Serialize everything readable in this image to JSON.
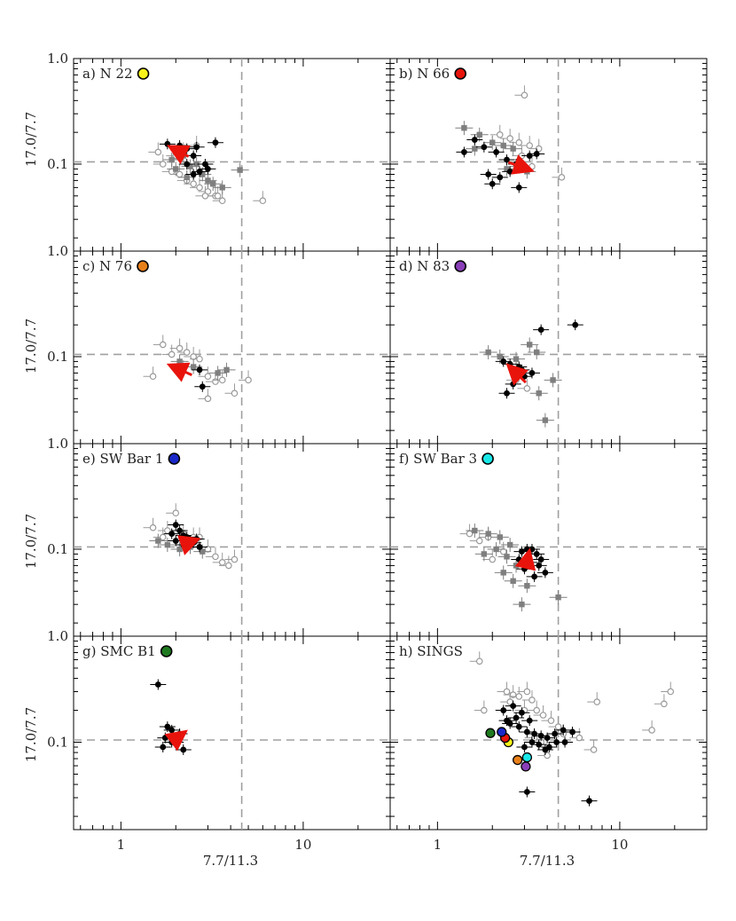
{
  "chart_data": {
    "type": "scatter",
    "xlabel": "7.7/11.3",
    "ylabel": "17.0/7.7",
    "xscale": "log",
    "yscale": "log",
    "xlim": [
      0.55,
      30
    ],
    "ylim": [
      0.015,
      1.0
    ],
    "x_ticks": [
      {
        "v": 1,
        "label": "1"
      },
      {
        "v": 10,
        "label": "10"
      }
    ],
    "y_ticks": [
      {
        "v": 0.1,
        "label": "0.1"
      },
      {
        "v": 1.0,
        "label": "1.0"
      }
    ],
    "reference_lines": {
      "x": 4.6,
      "y": 0.105
    },
    "colors": {
      "filled": "#000000",
      "gray_square": "#7f7f7f",
      "open_circle": "#9a9a9a",
      "arrow": "#e8140c",
      "dashed": "#a0a0a0"
    },
    "panels": [
      {
        "label": "a) N 22",
        "marker_color": "#f7f21a",
        "black": [
          [
            1.8,
            0.155
          ],
          [
            2.1,
            0.15
          ],
          [
            2.3,
            0.14
          ],
          [
            2.5,
            0.12
          ],
          [
            2.6,
            0.145
          ],
          [
            2.9,
            0.1
          ],
          [
            2.7,
            0.085
          ],
          [
            3.3,
            0.16
          ],
          [
            3.0,
            0.09
          ],
          [
            2.5,
            0.08
          ],
          [
            2.3,
            0.1
          ]
        ],
        "gray": [
          [
            1.9,
            0.11
          ],
          [
            2.2,
            0.12
          ],
          [
            2.4,
            0.095
          ],
          [
            2.6,
            0.1
          ],
          [
            2.8,
            0.08
          ],
          [
            3.0,
            0.07
          ],
          [
            3.2,
            0.065
          ],
          [
            3.6,
            0.06
          ],
          [
            4.5,
            0.088
          ],
          [
            2.0,
            0.09
          ],
          [
            2.3,
            0.075
          ]
        ],
        "open": [
          [
            1.6,
            0.13
          ],
          [
            1.7,
            0.1
          ],
          [
            1.9,
            0.085
          ],
          [
            2.1,
            0.08
          ],
          [
            2.3,
            0.07
          ],
          [
            2.5,
            0.065
          ],
          [
            2.7,
            0.06
          ],
          [
            3.0,
            0.055
          ],
          [
            3.3,
            0.05
          ],
          [
            3.6,
            0.045
          ],
          [
            2.0,
            0.12
          ],
          [
            2.2,
            0.13
          ],
          [
            2.6,
            0.15
          ],
          [
            6.0,
            0.045
          ],
          [
            3.4,
            0.05
          ],
          [
            2.9,
            0.05
          ]
        ],
        "arrow": [
          [
            2.35,
            0.118
          ],
          [
            1.95,
            0.14
          ]
        ]
      },
      {
        "label": "b) N 66",
        "marker_color": "#e8140c",
        "black": [
          [
            1.4,
            0.13
          ],
          [
            1.6,
            0.17
          ],
          [
            1.8,
            0.145
          ],
          [
            2.1,
            0.13
          ],
          [
            2.4,
            0.11
          ],
          [
            2.7,
            0.1
          ],
          [
            3.2,
            0.12
          ],
          [
            3.5,
            0.125
          ],
          [
            2.0,
            0.065
          ],
          [
            2.2,
            0.075
          ],
          [
            2.5,
            0.085
          ],
          [
            2.8,
            0.06
          ],
          [
            1.9,
            0.08
          ]
        ],
        "gray": [
          [
            1.4,
            0.22
          ],
          [
            1.7,
            0.19
          ],
          [
            2.0,
            0.16
          ],
          [
            2.3,
            0.15
          ],
          [
            2.6,
            0.14
          ],
          [
            1.6,
            0.14
          ],
          [
            2.8,
            0.095
          ],
          [
            3.1,
            0.085
          ],
          [
            2.4,
            0.09
          ]
        ],
        "open": [
          [
            2.2,
            0.19
          ],
          [
            2.5,
            0.175
          ],
          [
            2.8,
            0.16
          ],
          [
            3.2,
            0.15
          ],
          [
            3.6,
            0.14
          ],
          [
            3.0,
            0.45
          ],
          [
            4.8,
            0.075
          ],
          [
            2.9,
            0.12
          ],
          [
            3.3,
            0.095
          ]
        ],
        "arrow": [
          [
            2.45,
            0.104
          ],
          [
            3.1,
            0.09
          ]
        ]
      },
      {
        "label": "c) N 76",
        "marker_color": "#e8801a",
        "black": [
          [
            2.7,
            0.075
          ],
          [
            2.8,
            0.052
          ]
        ],
        "gray": [
          [
            3.8,
            0.075
          ],
          [
            3.4,
            0.07
          ],
          [
            2.5,
            0.08
          ],
          [
            2.1,
            0.09
          ]
        ],
        "open": [
          [
            1.5,
            0.065
          ],
          [
            1.7,
            0.13
          ],
          [
            1.9,
            0.105
          ],
          [
            2.1,
            0.12
          ],
          [
            2.3,
            0.11
          ],
          [
            2.5,
            0.1
          ],
          [
            2.7,
            0.095
          ],
          [
            3.0,
            0.065
          ],
          [
            3.3,
            0.058
          ],
          [
            3.6,
            0.06
          ],
          [
            4.2,
            0.045
          ],
          [
            5.0,
            0.06
          ],
          [
            3.0,
            0.04
          ],
          [
            2.2,
            0.075
          ]
        ],
        "arrow": [
          [
            2.45,
            0.067
          ],
          [
            1.95,
            0.08
          ]
        ]
      },
      {
        "label": "d) N 83",
        "marker_color": "#8a3fb8",
        "black": [
          [
            3.7,
            0.18
          ],
          [
            5.7,
            0.2
          ],
          [
            2.3,
            0.09
          ],
          [
            2.5,
            0.085
          ],
          [
            2.8,
            0.08
          ],
          [
            3.0,
            0.065
          ],
          [
            3.3,
            0.07
          ],
          [
            2.6,
            0.055
          ],
          [
            2.4,
            0.045
          ],
          [
            2.9,
            0.075
          ]
        ],
        "gray": [
          [
            1.9,
            0.11
          ],
          [
            2.2,
            0.1
          ],
          [
            3.2,
            0.13
          ],
          [
            3.5,
            0.11
          ],
          [
            4.3,
            0.06
          ],
          [
            3.6,
            0.045
          ],
          [
            3.9,
            0.025
          ],
          [
            2.7,
            0.095
          ]
        ],
        "open": [
          [
            3.1,
            0.05
          ],
          [
            2.7,
            0.06
          ]
        ],
        "arrow": [
          [
            3.05,
            0.057
          ],
          [
            2.55,
            0.077
          ]
        ]
      },
      {
        "label": "e) SW Bar 1",
        "marker_color": "#1a28c8",
        "black": [
          [
            1.9,
            0.14
          ],
          [
            2.0,
            0.17
          ],
          [
            2.1,
            0.15
          ],
          [
            2.2,
            0.135
          ],
          [
            2.3,
            0.13
          ],
          [
            2.4,
            0.12
          ],
          [
            2.5,
            0.115
          ],
          [
            2.6,
            0.125
          ],
          [
            2.7,
            0.105
          ],
          [
            2.0,
            0.12
          ],
          [
            2.2,
            0.11
          ]
        ],
        "gray": [
          [
            1.6,
            0.12
          ],
          [
            1.8,
            0.11
          ],
          [
            2.1,
            0.1
          ],
          [
            2.4,
            0.105
          ],
          [
            2.8,
            0.095
          ]
        ],
        "open": [
          [
            1.5,
            0.16
          ],
          [
            1.7,
            0.13
          ],
          [
            1.8,
            0.15
          ],
          [
            2.2,
            0.14
          ],
          [
            2.5,
            0.13
          ],
          [
            2.7,
            0.13
          ],
          [
            3.0,
            0.1
          ],
          [
            3.3,
            0.085
          ],
          [
            3.6,
            0.075
          ],
          [
            3.9,
            0.07
          ],
          [
            4.2,
            0.08
          ],
          [
            2.0,
            0.22
          ]
        ],
        "arrow": [
          [
            2.3,
            0.114
          ],
          [
            2.5,
            0.12
          ]
        ]
      },
      {
        "label": "f) SW Bar 3",
        "marker_color": "#1ae8e8",
        "black": [
          [
            2.9,
            0.095
          ],
          [
            3.1,
            0.1
          ],
          [
            3.3,
            0.1
          ],
          [
            3.5,
            0.09
          ],
          [
            3.7,
            0.08
          ],
          [
            3.2,
            0.075
          ],
          [
            3.0,
            0.065
          ],
          [
            3.6,
            0.07
          ],
          [
            3.9,
            0.06
          ],
          [
            3.4,
            0.055
          ],
          [
            2.8,
            0.08
          ]
        ],
        "gray": [
          [
            1.6,
            0.15
          ],
          [
            1.9,
            0.14
          ],
          [
            2.2,
            0.13
          ],
          [
            2.5,
            0.11
          ],
          [
            2.1,
            0.1
          ],
          [
            1.8,
            0.09
          ],
          [
            2.4,
            0.085
          ],
          [
            2.7,
            0.07
          ],
          [
            2.3,
            0.06
          ],
          [
            2.6,
            0.05
          ],
          [
            3.1,
            0.045
          ],
          [
            2.9,
            0.03
          ],
          [
            4.6,
            0.035
          ]
        ],
        "open": [
          [
            1.5,
            0.14
          ],
          [
            1.7,
            0.12
          ],
          [
            1.9,
            0.13
          ],
          [
            2.0,
            0.08
          ],
          [
            2.3,
            0.095
          ]
        ],
        "arrow": [
          [
            3.05,
            0.068
          ],
          [
            3.15,
            0.087
          ]
        ]
      },
      {
        "label": "g) SMC B1",
        "marker_color": "#1f7a1f",
        "black": [
          [
            1.6,
            0.35
          ],
          [
            1.8,
            0.14
          ],
          [
            1.9,
            0.13
          ],
          [
            1.7,
            0.09
          ],
          [
            2.0,
            0.1
          ],
          [
            2.2,
            0.085
          ],
          [
            1.9,
            0.1
          ],
          [
            2.1,
            0.12
          ],
          [
            1.75,
            0.11
          ]
        ],
        "gray": [],
        "open": [],
        "arrow": [
          [
            1.95,
            0.104
          ],
          [
            2.15,
            0.118
          ]
        ]
      },
      {
        "label": "h) SINGS",
        "marker_color": "",
        "black": [
          [
            2.3,
            0.2
          ],
          [
            2.6,
            0.22
          ],
          [
            2.9,
            0.19
          ],
          [
            3.2,
            0.16
          ],
          [
            2.5,
            0.15
          ],
          [
            2.8,
            0.14
          ],
          [
            3.1,
            0.125
          ],
          [
            3.4,
            0.12
          ],
          [
            3.7,
            0.115
          ],
          [
            4.0,
            0.11
          ],
          [
            4.4,
            0.12
          ],
          [
            4.9,
            0.13
          ],
          [
            5.5,
            0.125
          ],
          [
            3.3,
            0.1
          ],
          [
            3.6,
            0.095
          ],
          [
            4.1,
            0.09
          ],
          [
            4.5,
            0.1
          ],
          [
            5.0,
            0.1
          ],
          [
            3.0,
            0.09
          ],
          [
            3.9,
            0.085
          ],
          [
            3.1,
            0.034
          ],
          [
            6.8,
            0.028
          ],
          [
            2.4,
            0.16
          ],
          [
            2.7,
            0.17
          ]
        ],
        "gray": [],
        "open": [
          [
            1.7,
            0.58
          ],
          [
            1.8,
            0.2
          ],
          [
            2.4,
            0.3
          ],
          [
            2.6,
            0.28
          ],
          [
            2.8,
            0.27
          ],
          [
            3.1,
            0.3
          ],
          [
            3.3,
            0.25
          ],
          [
            2.5,
            0.24
          ],
          [
            3.0,
            0.2
          ],
          [
            3.5,
            0.2
          ],
          [
            3.8,
            0.18
          ],
          [
            4.2,
            0.16
          ],
          [
            4.6,
            0.14
          ],
          [
            4.9,
            0.12
          ],
          [
            7.5,
            0.24
          ],
          [
            17.5,
            0.23
          ],
          [
            19.0,
            0.3
          ],
          [
            15.0,
            0.13
          ],
          [
            7.2,
            0.085
          ],
          [
            4.0,
            0.075
          ],
          [
            3.7,
            0.1
          ],
          [
            3.4,
            0.11
          ],
          [
            6.0,
            0.11
          ]
        ],
        "arrow": null,
        "galaxy_markers": [
          {
            "name": "N 22",
            "x": 2.45,
            "y": 0.1,
            "color": "#f7f21a"
          },
          {
            "name": "N 66",
            "x": 2.35,
            "y": 0.11,
            "color": "#e8140c"
          },
          {
            "name": "N 76",
            "x": 2.75,
            "y": 0.068,
            "color": "#e8801a"
          },
          {
            "name": "N 83",
            "x": 3.05,
            "y": 0.059,
            "color": "#8a3fb8"
          },
          {
            "name": "SW Bar 1",
            "x": 2.25,
            "y": 0.125,
            "color": "#1a28c8"
          },
          {
            "name": "SW Bar 3",
            "x": 3.1,
            "y": 0.072,
            "color": "#1ae8e8"
          },
          {
            "name": "SMC B1",
            "x": 1.95,
            "y": 0.122,
            "color": "#1f7a1f"
          }
        ]
      }
    ]
  }
}
